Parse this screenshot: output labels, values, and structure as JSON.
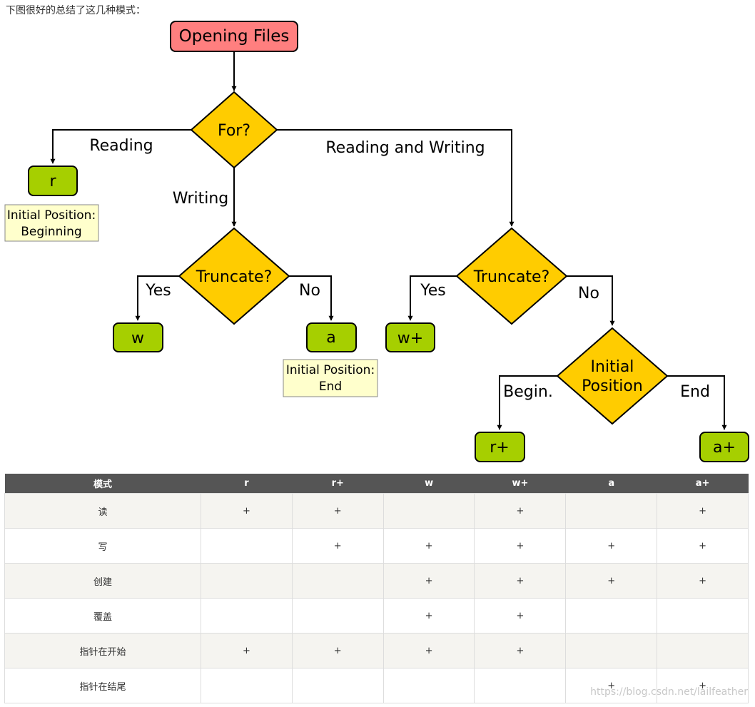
{
  "intro": "下图很好的总结了这几种模式：",
  "diagram": {
    "start": "Opening Files",
    "decision_for": "For?",
    "edge_reading": "Reading",
    "edge_writing": "Writing",
    "edge_reading_writing": "Reading and Writing",
    "mode_r": "r",
    "note_r_line1": "Initial Position:",
    "note_r_line2": "Beginning",
    "decision_truncate_w": "Truncate?",
    "edge_w_yes": "Yes",
    "edge_w_no": "No",
    "mode_w": "w",
    "mode_a": "a",
    "note_a_line1": "Initial Position:",
    "note_a_line2": "End",
    "decision_truncate_rw": "Truncate?",
    "edge_rw_yes": "Yes",
    "edge_rw_no": "No",
    "mode_w_plus": "w+",
    "decision_initial_line1": "Initial",
    "decision_initial_line2": "Position",
    "edge_begin": "Begin.",
    "edge_end": "End",
    "mode_r_plus": "r+",
    "mode_a_plus": "a+",
    "colors": {
      "start_fill": "#ff7f7f",
      "decision_fill": "#ffcc00",
      "mode_fill": "#a6cf00",
      "note_fill": "#ffffcc"
    }
  },
  "table": {
    "headers": [
      "模式",
      "r",
      "r+",
      "w",
      "w+",
      "a",
      "a+"
    ],
    "rows": [
      [
        "读",
        "+",
        "+",
        "",
        "+",
        "",
        "+"
      ],
      [
        "写",
        "",
        "+",
        "+",
        "+",
        "+",
        "+"
      ],
      [
        "创建",
        "",
        "",
        "+",
        "+",
        "+",
        "+"
      ],
      [
        "覆盖",
        "",
        "",
        "+",
        "+",
        "",
        ""
      ],
      [
        "指针在开始",
        "+",
        "+",
        "+",
        "+",
        "",
        ""
      ],
      [
        "指针在结尾",
        "",
        "",
        "",
        "",
        "+",
        "+"
      ]
    ]
  },
  "watermark": "https://blog.csdn.net/lailfeather"
}
